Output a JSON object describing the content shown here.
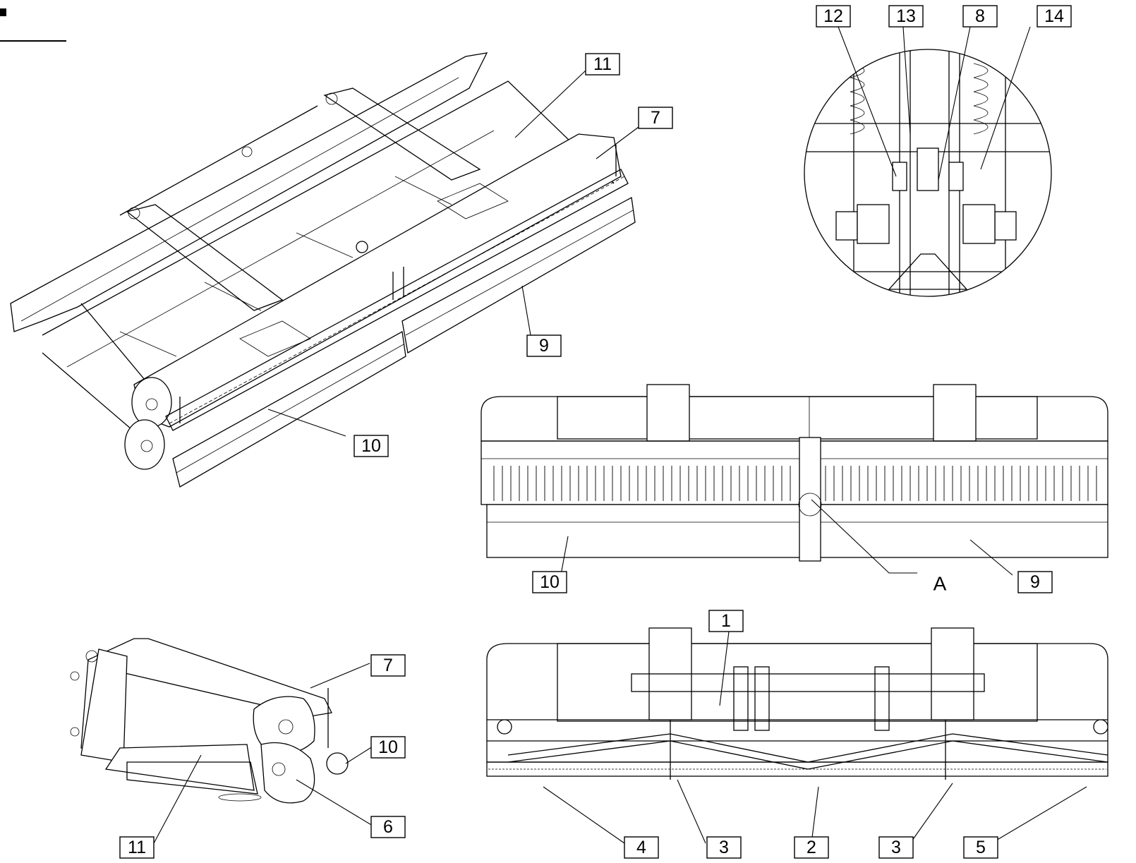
{
  "callouts": {
    "iso_11": "11",
    "iso_7": "7",
    "iso_9": "9",
    "iso_10": "10",
    "det_12": "12",
    "det_13": "13",
    "det_8": "8",
    "det_14": "14",
    "front_10": "10",
    "front_A": "A",
    "front_9": "9",
    "side_7": "7",
    "side_10": "10",
    "side_6": "6",
    "side_11": "11",
    "bottom_1": "1",
    "bottom_4": "4",
    "bottom_3a": "3",
    "bottom_2": "2",
    "bottom_3b": "3",
    "bottom_5": "5"
  },
  "colors": {
    "line": "#000000",
    "background": "#ffffff"
  }
}
